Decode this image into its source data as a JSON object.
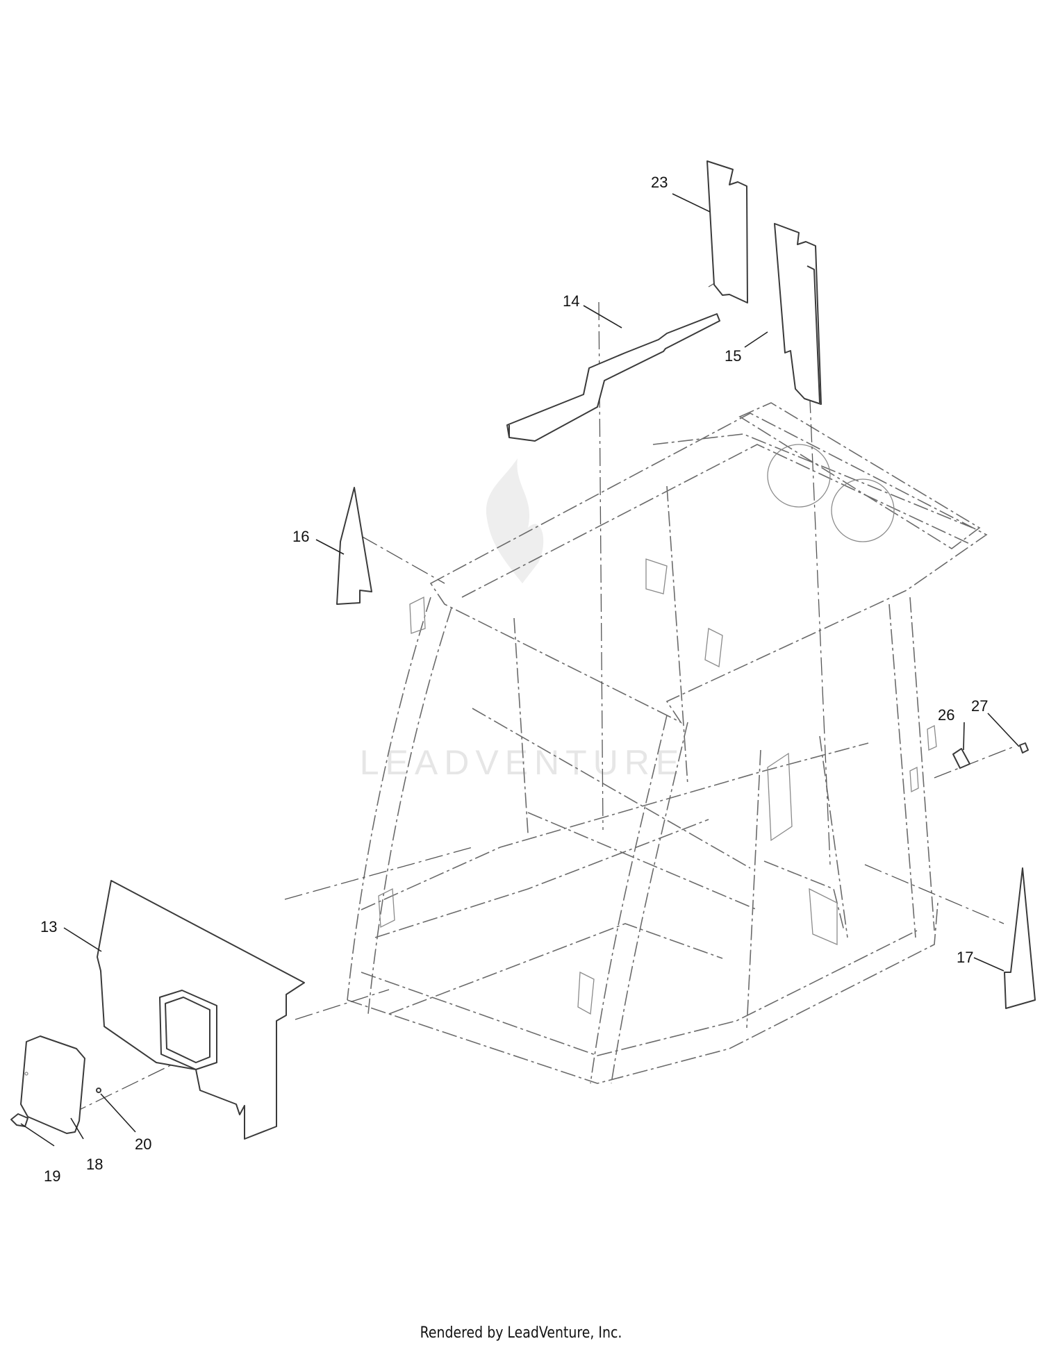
{
  "watermark": {
    "text": "LEADVENTURE"
  },
  "footer": {
    "credit": "Rendered by LeadVenture, Inc."
  },
  "callouts": [
    "13",
    "14",
    "15",
    "16",
    "17",
    "18",
    "19",
    "20",
    "23",
    "26",
    "27"
  ]
}
